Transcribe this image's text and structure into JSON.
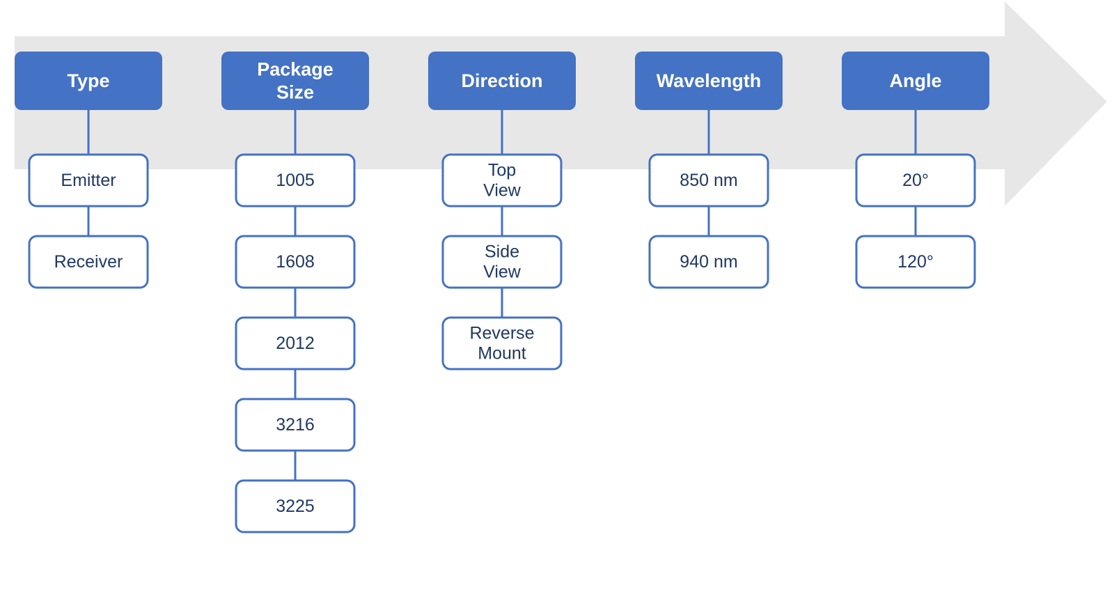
{
  "colors": {
    "arrow": "#e7e7e7",
    "header_fill": "#4472c4",
    "child_border": "#4472c4",
    "connector": "#4472c4",
    "child_text": "#1f3864",
    "child_fill": "#ffffff"
  },
  "columns": [
    {
      "header": [
        "Type"
      ],
      "items": [
        [
          "Emitter"
        ],
        [
          "Receiver"
        ]
      ]
    },
    {
      "header": [
        "Package",
        "Size"
      ],
      "items": [
        [
          "1005"
        ],
        [
          "1608"
        ],
        [
          "2012"
        ],
        [
          "3216"
        ],
        [
          "3225"
        ]
      ]
    },
    {
      "header": [
        "Direction"
      ],
      "items": [
        [
          "Top",
          "View"
        ],
        [
          "Side",
          "View"
        ],
        [
          "Reverse",
          "Mount"
        ]
      ]
    },
    {
      "header": [
        "Wavelength"
      ],
      "items": [
        [
          "850 nm"
        ],
        [
          "940 nm"
        ]
      ]
    },
    {
      "header": [
        "Angle"
      ],
      "items": [
        [
          "20°"
        ],
        [
          "120°"
        ]
      ]
    }
  ]
}
